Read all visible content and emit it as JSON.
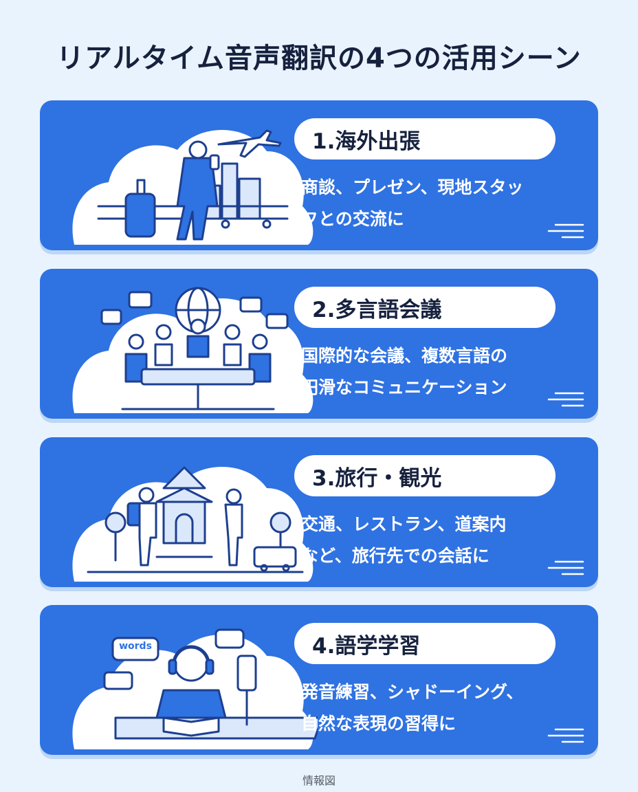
{
  "title": "リアルタイム音声翻訳の4つの活用シーン",
  "cards": [
    {
      "heading": "1.海外出張",
      "line1": "商談、プレゼン、現地スタッ",
      "line2": "フとの交流に",
      "icon": "business-traveler-icon"
    },
    {
      "heading": "2.多言語会議",
      "line1": "国際的な会議、複数言語の",
      "line2": "円滑なコミュニケーション",
      "icon": "meeting-table-icon"
    },
    {
      "heading": "3.旅行・観光",
      "line1": "交通、レストラン、道案内",
      "line2": "など、旅行先での会話に",
      "icon": "tourists-temple-icon"
    },
    {
      "heading": "4.語学学習",
      "line1": "発音練習、シャドーイング、",
      "line2": "自然な表現の習得に",
      "icon": "student-headphones-icon",
      "bubble": "words"
    }
  ],
  "footer": "情報図",
  "colors": {
    "card": "#2f72e2",
    "background": "#e9f3fd",
    "navy": "#16213e",
    "line": "#1d3f8f"
  }
}
